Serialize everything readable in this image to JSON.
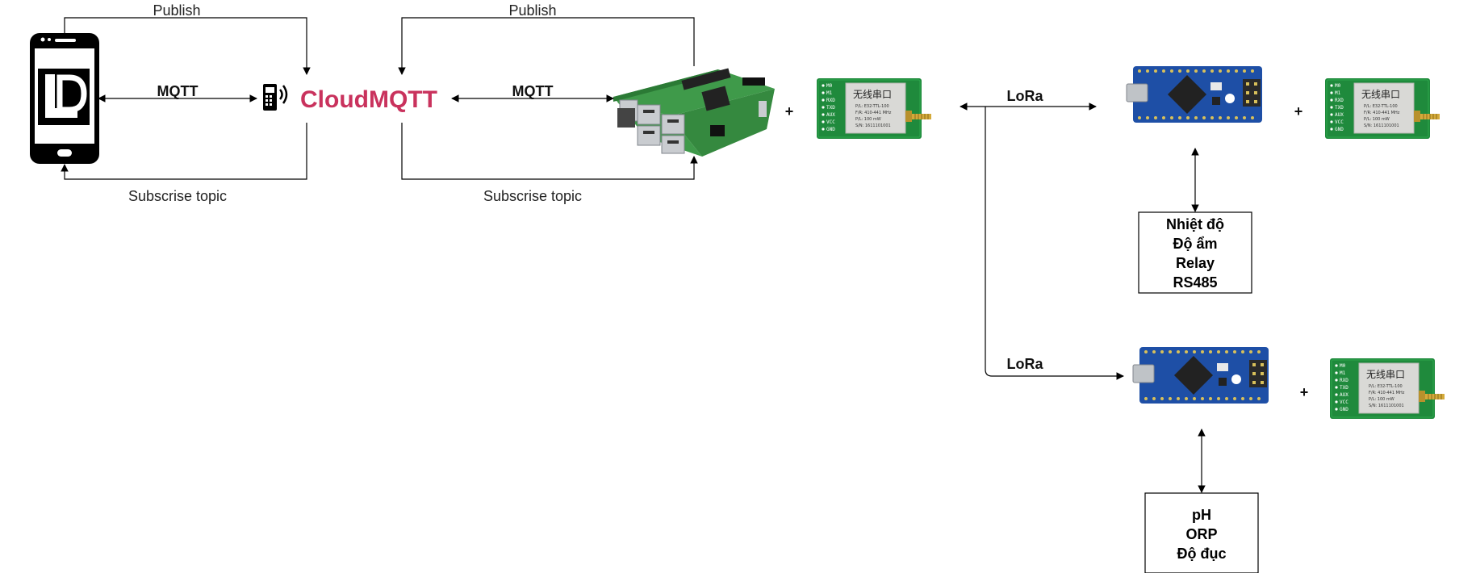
{
  "colors": {
    "cloudmqtt": "#c9325d",
    "pcb_green": "#1f8a3c",
    "nano_blue": "#1e4fa6",
    "pi_green": "#3f9a4a",
    "line": "#000000"
  },
  "labels": {
    "publish_left": "Publish",
    "publish_right": "Publish",
    "subscribe_left": "Subscrise topic",
    "subscribe_right": "Subscrise topic",
    "mqtt_left": "MQTT",
    "mqtt_right": "MQTT",
    "lora_top": "LoRa",
    "lora_bottom": "LoRa",
    "plus_1": "+",
    "plus_2": "+",
    "plus_3": "+"
  },
  "cloud": {
    "name": "CloudMQTT",
    "icon": "cell-signal-icon"
  },
  "phone": {
    "icon": "smartphone-icon",
    "app_logo": "ld-logo"
  },
  "lora_module": {
    "chinese_text": "无线串口",
    "pins": [
      "M0",
      "M1",
      "RXD",
      "TXD",
      "AUX",
      "VCC",
      "GND"
    ],
    "spec_lines": [
      "P/L: E32-TTL-100",
      "F/R: 410-441 MHz",
      "P/L: 100 mW",
      "S/N: 1611101001"
    ]
  },
  "sensor_boxes": [
    {
      "lines": [
        "Nhiệt độ",
        "Độ ẩm",
        "Relay",
        "RS485"
      ]
    },
    {
      "lines": [
        "pH",
        "ORP",
        "Độ đục"
      ]
    }
  ]
}
